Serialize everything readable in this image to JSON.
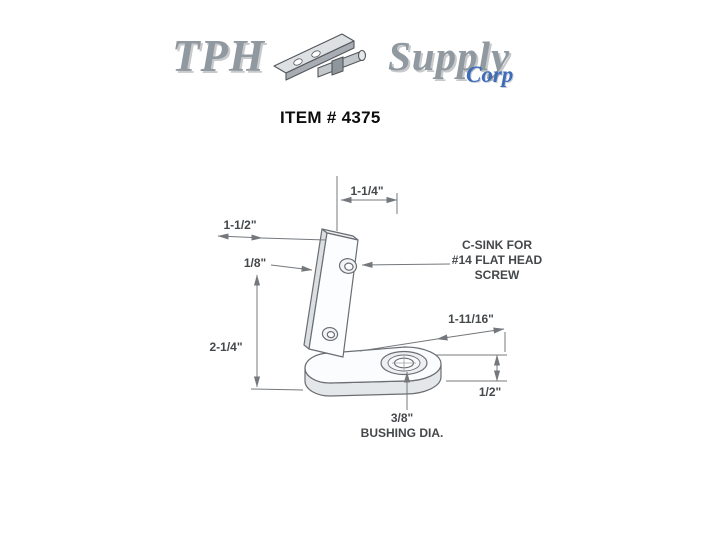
{
  "header": {
    "logo": {
      "word_tph": "TPH",
      "word_supply": "Supply",
      "word_corp": "Corp",
      "graphic_icon": "hinge-bracket-icon",
      "gray_color": "#9098a0",
      "blue_color": "#3e6cb8"
    },
    "item_label": "ITEM # 4375"
  },
  "drawing": {
    "dimensions": {
      "top_offset": "1-1/4\"",
      "plate_width": "1-1/2\"",
      "plate_thickness": "1/8\"",
      "overall_height": "2-1/4\"",
      "leg_length": "1-11/16\"",
      "base_height": "1/2\"",
      "bushing_diameter": "3/8\""
    },
    "notes": {
      "csink_line1": "C-SINK FOR",
      "csink_line2": "#14 FLAT HEAD",
      "csink_line3": "SCREW",
      "bushing_caption": "BUSHING DIA."
    },
    "line_color": "#74787c",
    "text_color": "#45484b"
  }
}
